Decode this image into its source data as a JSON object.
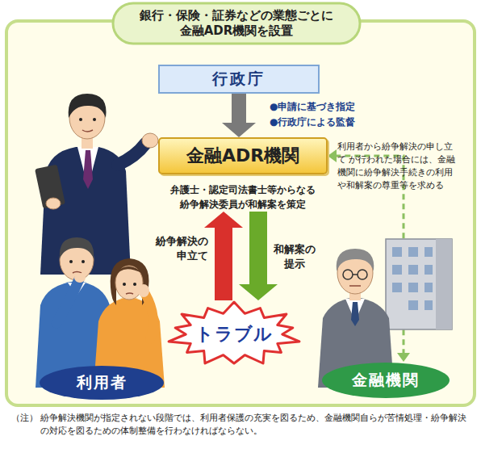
{
  "diagram": {
    "title": "銀行・保険・証券などの業態ごとに 金融ADR機関を設置",
    "caption": "（注） 紛争解決機関が指定されない段階では、利用者保護の充実を図るため、金融機関自らが苦情処理・紛争解決 の対応を図るための体制整備を行わなければならない。",
    "nodes": [
      {
        "text": [
          "行政庁"
        ]
      },
      {
        "text": [
          "金融ADR機関",
          "弁護士・認定司法書士等からなる 紛争解決委員が和解案を策定"
        ]
      },
      {
        "text": [
          "トラブル"
        ]
      },
      {
        "text": [
          "利用者"
        ]
      },
      {
        "text": [
          "金融機関"
        ]
      }
    ],
    "edges": [
      {
        "from": 0,
        "to": 1,
        "arrow": "to"
      },
      {
        "from": 2,
        "to": 1,
        "arrow": "to",
        "label": "紛争解決の 申立て"
      },
      {
        "from": 1,
        "to": 2,
        "arrow": "to",
        "label": "和解案の 提示"
      },
      {
        "from": 1,
        "to": 4,
        "arrow": "both"
      }
    ],
    "labels": [
      "●申請に基づき指定",
      "●行政庁による監督",
      "利用者から紛争解決の申し立て が行われた場合には、金融 機関に紛争解決手続きの利用 や和解案の尊重等を求める"
    ]
  }
}
